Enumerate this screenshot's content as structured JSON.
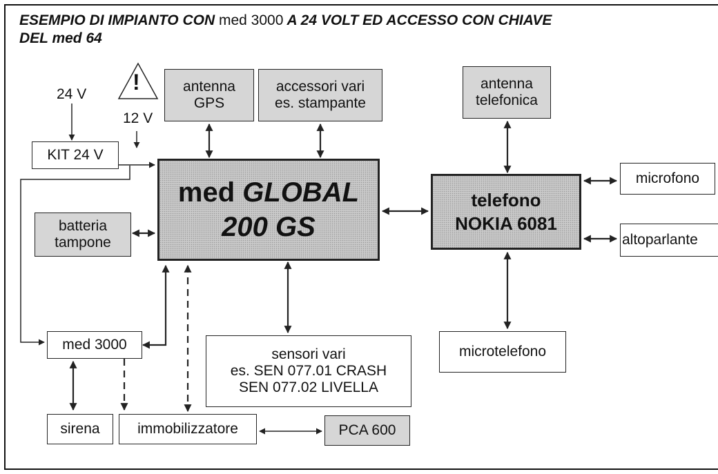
{
  "title": {
    "line1_a": "ESEMPIO DI IMPIANTO CON ",
    "line1_b": "med 3000",
    "line1_c": " A 24 VOLT ED ACCESSO CON CHIAVE",
    "line2": "DEL med 64"
  },
  "labels": {
    "v24": "24 V",
    "v12": "12 V",
    "warning": "!"
  },
  "boxes": {
    "kit24": "KIT 24 V",
    "antenna_gps_1": "antenna",
    "antenna_gps_2": "GPS",
    "accessori_1": "accessori vari",
    "accessori_2": "es. stampante",
    "antenna_tel_1": "antenna",
    "antenna_tel_2": "telefonica",
    "global_a": "med ",
    "global_b": "GLOBAL",
    "global_2": "200 GS",
    "telefono_1": "telefono",
    "telefono_2": "NOKIA 6081",
    "microfono": "microfono",
    "altoparlante": "altoparlante",
    "batteria_1": "batteria",
    "batteria_2": "tampone",
    "med3000": "med 3000",
    "sensori_1": "sensori vari",
    "sensori_2": "es. SEN 077.01 CRASH",
    "sensori_3": "SEN 077.02 LIVELLA",
    "microtelefono": "microtelefono",
    "sirena": "sirena",
    "immobilizzatore": "immobilizzatore",
    "pca600": "PCA 600"
  },
  "colors": {
    "line": "#222222",
    "box_fill_dark": "#c9c9c9",
    "box_fill_light": "#d6d6d6"
  }
}
